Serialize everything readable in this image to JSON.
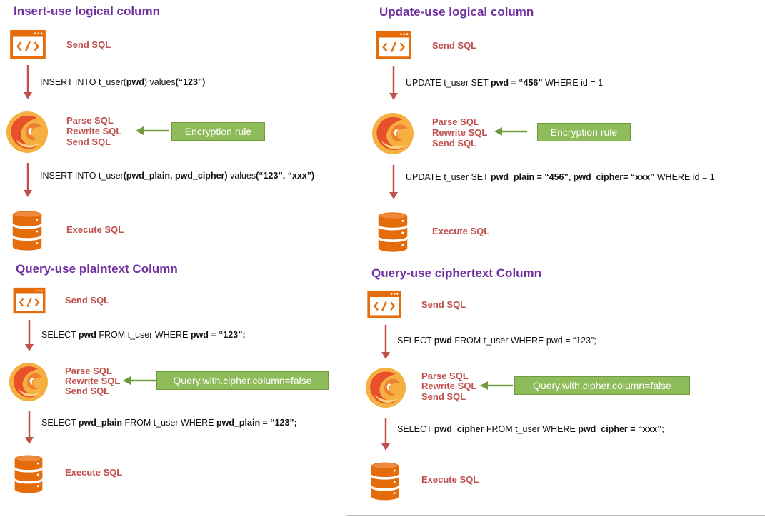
{
  "colors": {
    "title": "#7030a0",
    "label": "#c0504d",
    "arrow": "#c0504d",
    "rule_bg": "#8fbc5a",
    "icon": "#e46c0a",
    "rule_arrow": "#6f9a3f"
  },
  "labels": {
    "send": "Send SQL",
    "parse": "Parse SQL",
    "rewrite": "Rewrite SQL",
    "execute": "Execute SQL"
  },
  "panels": {
    "insert": {
      "title": "Insert-use logical column",
      "rule": "Encryption rule",
      "sql_before": [
        "INSERT INTO t_user(",
        "pwd",
        ") values",
        "(“123”)"
      ],
      "sql_after": [
        "INSERT INTO t_user",
        "(pwd_plain, pwd_cipher)",
        " values",
        "(“123”, “xxx”)"
      ]
    },
    "update": {
      "title": "Update-use logical column",
      "rule": "Encryption rule",
      "sql_before": [
        "UPDATE t_user SET ",
        "pwd = “456”",
        " WHERE id = 1"
      ],
      "sql_after": [
        "UPDATE t_user SET ",
        "pwd_plain = “456”, pwd_cipher= “xxx”",
        " WHERE id = 1"
      ]
    },
    "query_plain": {
      "title": "Query-use plaintext Column",
      "rule": "Query.with.cipher.column=false",
      "sql_before": [
        "SELECT ",
        "pwd",
        " FROM t_user WHERE ",
        "pwd = “123”;"
      ],
      "sql_after": [
        "SELECT ",
        "pwd_plain",
        " FROM t_user WHERE ",
        "pwd_plain = “123”;"
      ]
    },
    "query_cipher": {
      "title": "Query-use ciphertext Column",
      "rule": "Query.with.cipher.column=false",
      "sql_before": [
        "SELECT ",
        "pwd",
        " FROM t_user WHERE pwd = “123”;"
      ],
      "sql_after": [
        "SELECT ",
        "pwd_cipher",
        " FROM t_user WHERE ",
        "pwd_cipher = “xxx”",
        ";"
      ]
    }
  },
  "icons": {
    "sql_window": "code-window-icon",
    "shardingsphere": "shardingsphere-logo-icon",
    "database": "database-icon"
  }
}
